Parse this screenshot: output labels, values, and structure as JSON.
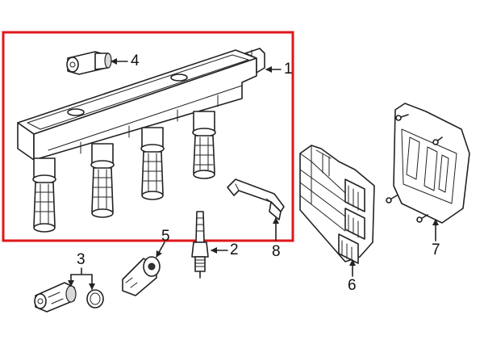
{
  "diagram": {
    "callouts": [
      {
        "id": "1",
        "label": "1"
      },
      {
        "id": "2",
        "label": "2"
      },
      {
        "id": "3",
        "label": "3"
      },
      {
        "id": "4",
        "label": "4"
      },
      {
        "id": "5",
        "label": "5"
      },
      {
        "id": "6",
        "label": "6"
      },
      {
        "id": "7",
        "label": "7"
      },
      {
        "id": "8",
        "label": "8"
      }
    ],
    "highlight_color": "#e0161b",
    "line_color": "#222222"
  }
}
